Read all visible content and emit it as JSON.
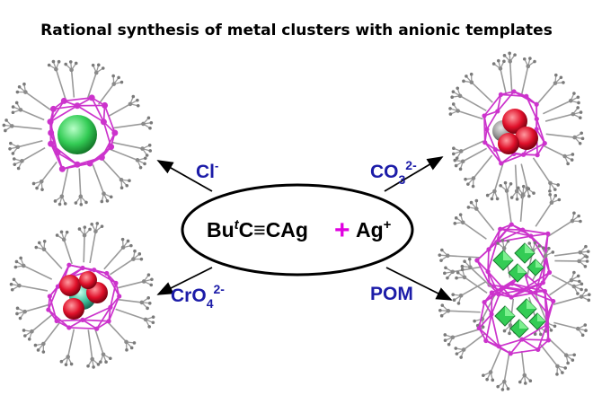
{
  "title": "Rational synthesis of metal clusters with anionic templates",
  "center": {
    "reactant_main": "Bu",
    "reactant_sup": "t",
    "reactant_rest": "C≡CAg",
    "plus": "+",
    "reactant2_main": "Ag",
    "reactant2_sup": "+"
  },
  "templates": {
    "top_left": {
      "main": "Cl",
      "sup": "-"
    },
    "top_right": {
      "main": "CO",
      "sub": "3",
      "sup": "2-"
    },
    "bottom_left": {
      "main": "CrO",
      "sub": "4",
      "sup": "2-"
    },
    "bottom_right": {
      "main": "POM"
    }
  },
  "colors": {
    "label": "#1c1ca8",
    "cage": "#cc33cc",
    "ligand": "#9a9a9a",
    "chloride": "#33cc55",
    "oxygen": "#e0102a",
    "plus": "#e000e0"
  }
}
